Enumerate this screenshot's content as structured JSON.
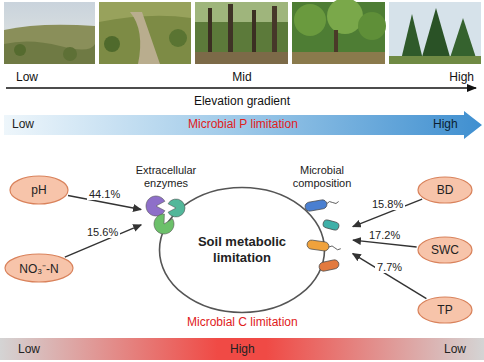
{
  "diagram": {
    "nodes": [
      {
        "text": [
          "Low",
          "Microbial P limitation",
          "High"
        ]
      },
      {
        "text": [
          "pH"
        ]
      },
      {
        "text": [
          "NO₃⁻-N"
        ]
      },
      {
        "text": [
          "Extracellular enzymes"
        ]
      },
      {
        "text": [
          "Soil metabolic limitation"
        ]
      },
      {
        "text": [
          "Microbial composition"
        ]
      },
      {
        "text": [
          "BD"
        ]
      },
      {
        "text": [
          "SWC"
        ]
      },
      {
        "text": [
          "TP"
        ]
      },
      {
        "text": [
          "Microbial C limitation",
          "Low",
          "High",
          "Low"
        ]
      }
    ],
    "edges": [
      {
        "from": 1,
        "to": 3,
        "arrow": "to",
        "label": "44.1%"
      },
      {
        "from": 2,
        "to": 3,
        "arrow": "to",
        "label": "15.6%"
      },
      {
        "from": 6,
        "to": 5,
        "arrow": "to",
        "label": "15.8%"
      },
      {
        "from": 7,
        "to": 5,
        "arrow": "to",
        "label": "17.2%"
      },
      {
        "from": 8,
        "to": 5,
        "arrow": "to",
        "label": "7.7%"
      }
    ],
    "labels": [
      "Low",
      "Mid",
      "High",
      "Elevation gradient"
    ]
  }
}
